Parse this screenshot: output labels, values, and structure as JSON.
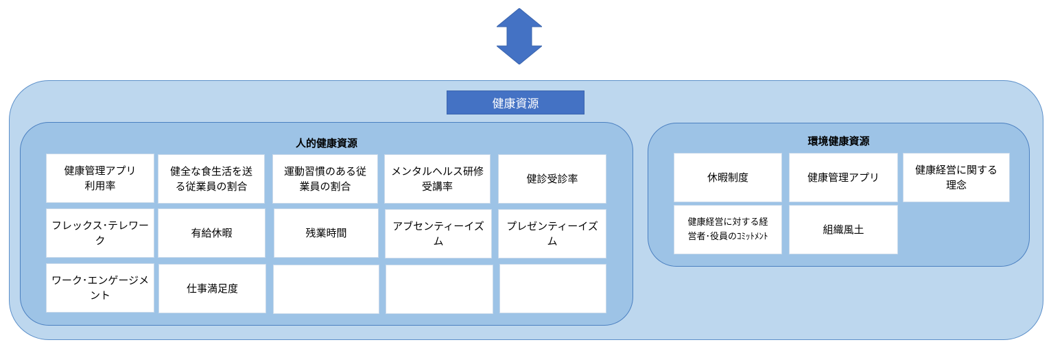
{
  "diagram": {
    "arrow_icon": "double-headed-vertical-arrow",
    "colors": {
      "outer_panel": "#bdd7ee",
      "group_panel": "#9dc3e6",
      "title_bar": "#4472c4",
      "arrow": "#4472c4",
      "card": "#ffffff"
    },
    "title": "健康資源",
    "human_resources": {
      "title": "人的健康資源",
      "cards": [
        "健康管理アプリ\n利用率",
        "健全な食生活を送\nる従業員の割合",
        "運動習慣のある従\n業員の割合",
        "メンタルヘルス研修\n受講率",
        "健診受診率",
        "フレックス･テレワー\nク",
        "有給休暇",
        "残業時間",
        "アブセンティーイズ\nム",
        "プレゼンティーイズ\nム",
        "ワーク･エンゲージメ\nント",
        "仕事満足度",
        "",
        "",
        ""
      ]
    },
    "environmental_resources": {
      "title": "環境健康資源",
      "cards": [
        "休暇制度",
        "健康管理アプリ",
        "健康経営に関する\n理念",
        "健康経営に対する経\n営者･役員のｺﾐｯﾄﾒﾝﾄ",
        "組織風土"
      ]
    }
  }
}
